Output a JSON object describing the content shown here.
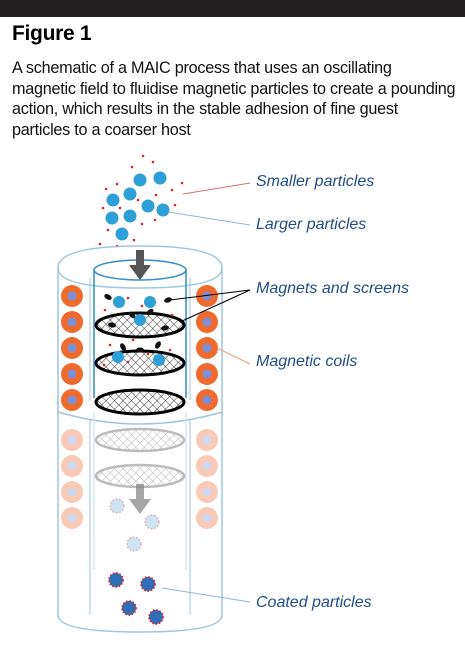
{
  "figure": {
    "title": "Figure 1",
    "caption": "A schematic of a MAIC process that uses an oscillating magnetic field to fluidise magnetic particles to create a pounding action, which results in the stable adhesion of fine guest particles to a coarser host"
  },
  "labels": {
    "smaller_particles": "Smaller particles",
    "larger_particles": "Larger particles",
    "magnets_and_screens": "Magnets and screens",
    "magnetic_coils": "Magnetic coils",
    "coated_particles": "Coated particles"
  },
  "colors": {
    "host_particle": "#2f9fd8",
    "guest_particle": "#d7262c",
    "coil_fill": "#ef6b2d",
    "coil_core": "#7b8fd6",
    "label_text": "#1f4e8c",
    "leader_red": "#e07070",
    "leader_blue": "#8fb7d8"
  }
}
